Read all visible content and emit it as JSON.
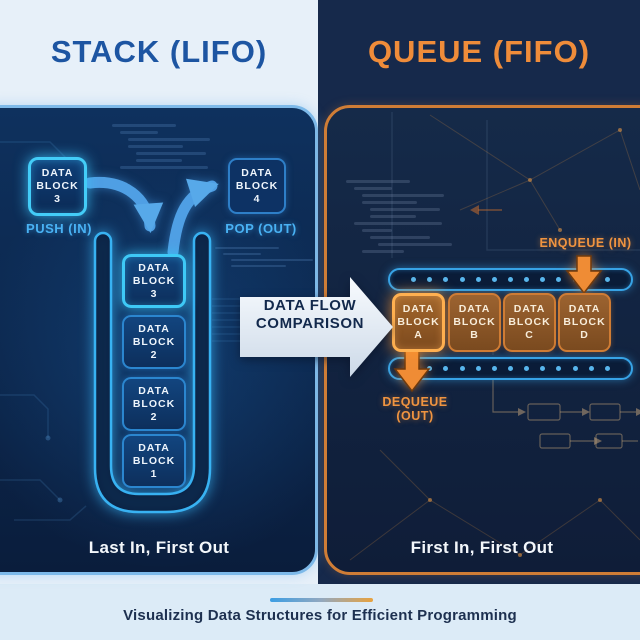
{
  "titles": {
    "stack": "STACK (LIFO)",
    "queue": "QUEUE (FIFO)"
  },
  "stack_panel": {
    "push_label": "PUSH (IN)",
    "pop_label": "POP (OUT)",
    "incoming_block": [
      "DATA",
      "BLOCK",
      "3"
    ],
    "outgoing_block": [
      "DATA",
      "BLOCK",
      "4"
    ],
    "blocks": [
      [
        "DATA",
        "BLOCK",
        "3"
      ],
      [
        "DATA",
        "BLOCK",
        "2"
      ],
      [
        "DATA",
        "BLOCK",
        "2"
      ],
      [
        "DATA",
        "BLOCK",
        "1"
      ]
    ],
    "caption": "Last In, First Out"
  },
  "center_arrow": {
    "line1": "DATA FLOW",
    "line2": "COMPARISON"
  },
  "queue_panel": {
    "enqueue_label": "ENQUEUE (IN)",
    "dequeue_label": "DEQUEUE (OUT)",
    "blocks": [
      [
        "DATA",
        "BLOCK",
        "A"
      ],
      [
        "DATA",
        "BLOCK",
        "B"
      ],
      [
        "DATA",
        "BLOCK",
        "C"
      ],
      [
        "DATA",
        "BLOCK",
        "D"
      ]
    ],
    "caption": "First In, First Out"
  },
  "footer": {
    "caption": "Visualizing Data Structures for Efficient Programming"
  },
  "colors": {
    "stack_accent": "#38b6f2",
    "queue_accent": "#ef8c3a",
    "stack_title": "#1d55a2",
    "panel_blue_border": "#7db9e9",
    "panel_orange_border": "#cf7d36",
    "belt_border": "#37a3e6"
  }
}
